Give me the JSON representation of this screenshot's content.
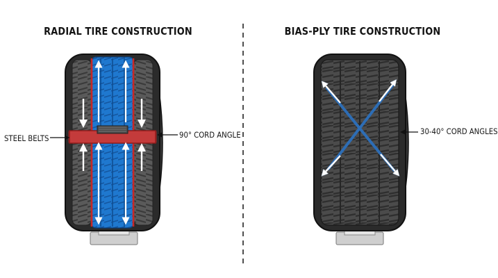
{
  "diagram": {
    "left_title": "RADIAL TIRE CONSTRUCTION",
    "right_title": "BIAS-PLY TIRE CONSTRUCTION",
    "steel_belts_label": "STEEL BELTS",
    "cord_angle_90_label": "90° CORD ANGLE",
    "cord_angle_bias_label": "30-40° CORD ANGLES"
  },
  "colors": {
    "tire_dark": "#2b2b2b",
    "tread_gray": "#6f6f6f",
    "radial_blue": "#1e73c8",
    "belt_red": "#c62828",
    "bias_blue": "#2d6db5",
    "arrow_white": "#ffffff"
  }
}
